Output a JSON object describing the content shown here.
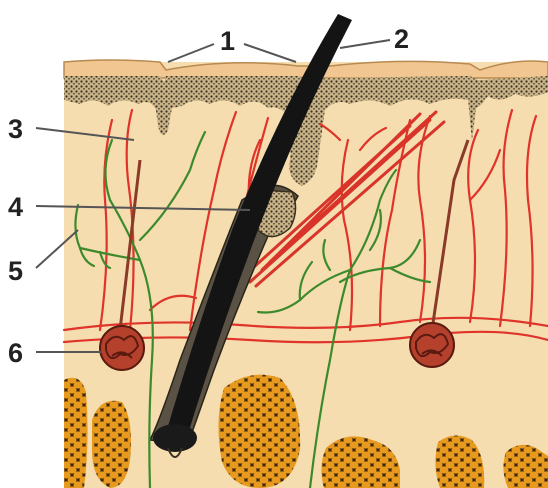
{
  "labels": {
    "l1": "1",
    "l2": "2",
    "l3": "3",
    "l4": "4",
    "l5": "5",
    "l6": "6"
  },
  "colors": {
    "background": "#ffffff",
    "dermis": "#f5ddb0",
    "epidermis_top": "#f2c690",
    "epidermis_dots": "#3a3020",
    "hair": "#141414",
    "follicle": "#4a4438",
    "blood_vessel": "#e0332a",
    "nerve": "#3d8a2c",
    "muscle": "#d8342a",
    "fat_cell": "#e89a1e",
    "fat_outline": "#3a2410",
    "gland": "#b5412d"
  },
  "icons": {
    "hair": "hair-shaft",
    "sweat_gland": "coiled-gland",
    "muscle": "arrector-pili-muscle",
    "fat": "fat-lobule"
  }
}
